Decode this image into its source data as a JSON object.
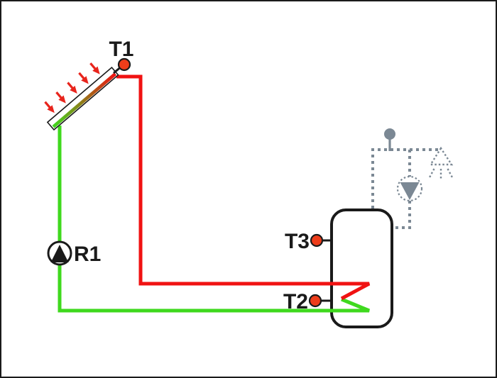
{
  "diagram": {
    "type": "solar-thermal-system-schematic",
    "labels": {
      "collector_sensor": "T1",
      "solar_pump": "R1",
      "tank_top_sensor": "T3",
      "tank_bottom_sensor": "T2"
    },
    "components": [
      "solar-collector",
      "sun-irradiation-arrows",
      "collector-sensor-T1",
      "solar-pump-R1",
      "storage-tank",
      "tank-sensor-T3",
      "tank-sensor-T2",
      "heat-exchanger-coil",
      "hot-flow-pipe",
      "cold-return-pipe",
      "dhw-sensor",
      "dhw-circulation-pump",
      "tap-shower-symbol"
    ]
  },
  "colors": {
    "hot": "#f01212",
    "cold": "#3fd91e",
    "arrow": "#e8241c",
    "sensor": "#ee3d1a",
    "gray": "#7b8894",
    "ink": "#1a1a1a"
  }
}
